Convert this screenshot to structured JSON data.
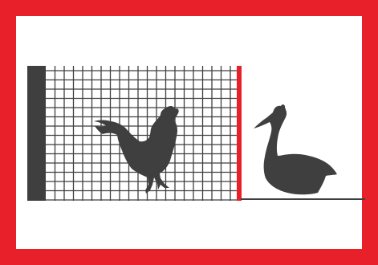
{
  "sign": {
    "frame_color": "#e8202a",
    "background_color": "#ffffff",
    "ink_color": "#3f3f3f",
    "barrier_color": "#e8202a",
    "subjects": [
      "rooster-silhouette",
      "crested-grebe-silhouette"
    ],
    "elements": [
      "fence-post",
      "wire-mesh-fence",
      "red-barrier-line",
      "ground-line"
    ]
  }
}
